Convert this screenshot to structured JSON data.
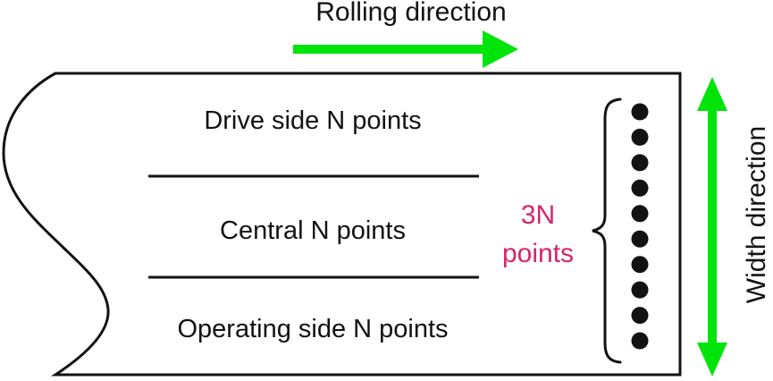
{
  "labels": {
    "rolling_direction": "Rolling direction",
    "width_direction": "Width direction"
  },
  "plate": {
    "rows": [
      {
        "label": "Drive side N points"
      },
      {
        "label": "Central N points"
      },
      {
        "label": "Operating side N points"
      }
    ]
  },
  "brace": {
    "label_line1": "3N",
    "label_line2": "points"
  },
  "dots": {
    "count": 10
  },
  "colors": {
    "arrow_green": "#00e40a",
    "label_pink": "#d5256e",
    "ink": "#121212"
  }
}
